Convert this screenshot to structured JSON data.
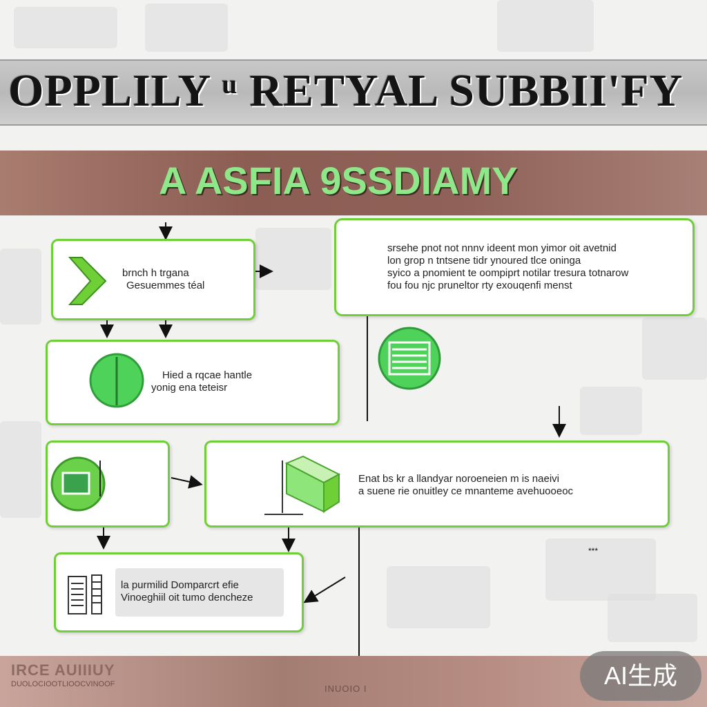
{
  "title": "OPPLILY ᵘ RETYAL SUBBII'FY",
  "subtitle": "A ASFIA 9SSDIAMY",
  "boxes": {
    "box1": {
      "line1": "brnch h trgana",
      "line2": "Gesuemmes téal"
    },
    "box2": {
      "line1": "Hied  a  rqcae hantle",
      "line2": "yonig  ena teteisr"
    },
    "box3": {
      "line1": "Enat  bs  kr  a  llandyar  noroeneien  m  is  naeivi",
      "line2": "a  suene  rie  onuitley  ce  mnanteme  avehuooeoc"
    },
    "box4": {
      "line1": "la  purmilid  Domparcrt  efie",
      "line2": "Vinoeghiil  oit  tumo  dencheze"
    },
    "para": {
      "lines": [
        "srsehe  pnot  not  nnnv  ideent  mon  yimor  oit  avetnid",
        "lon  grop  n  tntsene  tidr  ynoured  tlce  oninga",
        "syico  a  pnomient  te  oompiprt  notilar  tresura  totnarow",
        "fou  fou  njc  pruneltor  rty  exouqenfi  menst"
      ]
    }
  },
  "footer": {
    "left_title": "IRCE  AUIIIUY",
    "left_sub": "DUOLOCIOOTLIOOCVINOOF",
    "center": "INUOIO I"
  },
  "badge": "AI生成",
  "colors": {
    "accent_green": "#6fcf37",
    "title_band": "#bdbdbd",
    "subtitle_band": "#8c5d53",
    "subtitle_text": "#8ee88a"
  }
}
